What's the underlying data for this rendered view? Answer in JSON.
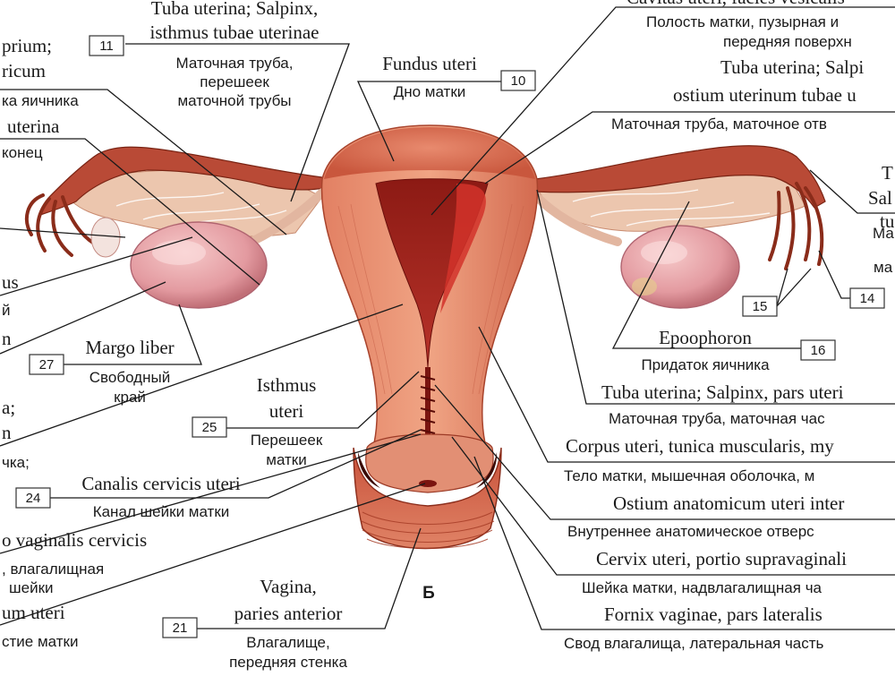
{
  "panel_letter": "Б",
  "labels": [
    {
      "num": "11",
      "latin": [
        "Tuba uterina; Salpinx,",
        "isthmus tubae uterinae"
      ],
      "russian": [
        "Маточная труба,",
        "перешеек",
        "маточной трубы"
      ]
    },
    {
      "num": "10",
      "latin": [
        "Fundus uteri"
      ],
      "russian": [
        "Дно матки"
      ]
    },
    {
      "num": "",
      "latin": [
        "Cavitas uteri, facies vesicalis"
      ],
      "russian": [
        "Полость матки, пузырная и",
        "передняя поверхн"
      ]
    },
    {
      "num": "",
      "latin": [
        "Tuba uterina; Salpi",
        "ostium uterinum tubae u"
      ],
      "russian": [
        "Маточная труба, маточное отв"
      ]
    },
    {
      "num": "",
      "latin": [
        "T",
        "Sal",
        "tu"
      ],
      "russian": [
        "Ма",
        "ма"
      ]
    },
    {
      "num": "14",
      "latin": [],
      "russian": []
    },
    {
      "num": "15",
      "latin": [],
      "russian": []
    },
    {
      "num": "16",
      "latin": [
        "Epoophoron"
      ],
      "russian": [
        "Придаток яичника"
      ]
    },
    {
      "num": "",
      "latin": [
        "Tuba uterina; Salpinx, pars uteri"
      ],
      "russian": [
        "Маточная труба, маточная час"
      ]
    },
    {
      "num": "",
      "latin": [
        "Corpus uteri, tunica muscularis, my"
      ],
      "russian": [
        "Тело матки, мышечная оболочка, м"
      ]
    },
    {
      "num": "",
      "latin": [
        "Ostium anatomicum uteri inter"
      ],
      "russian": [
        "Внутреннее анатомическое отверс"
      ]
    },
    {
      "num": "",
      "latin": [
        "Cervix uteri, portio supravaginali"
      ],
      "russian": [
        "Шейка матки, надвлагалищная ча"
      ]
    },
    {
      "num": "",
      "latin": [
        "Fornix vaginae, pars lateralis"
      ],
      "russian": [
        "Свод влагалища, латеральная часть"
      ]
    },
    {
      "num": "27",
      "latin": [
        "Margo liber"
      ],
      "russian": [
        "Свободный",
        "край"
      ]
    },
    {
      "num": "25",
      "latin": [
        "Isthmus",
        "uteri"
      ],
      "russian": [
        "Перешеек",
        "матки"
      ]
    },
    {
      "num": "24",
      "latin": [
        "Canalis cervicis uteri"
      ],
      "russian": [
        "Канал шейки матки"
      ]
    },
    {
      "num": "21",
      "latin": [
        "Vagina,",
        "paries anterior"
      ],
      "russian": [
        "Влагалище,",
        "передняя стенка"
      ]
    }
  ],
  "left_fragments": {
    "a": "prium;",
    "b": "ricum",
    "c": "ка яичника",
    "d": "uterina",
    "e": "конец",
    "f": "us",
    "g": "й",
    "h": "n",
    "i": "a;",
    "j": "n",
    "k": "чка;",
    "l": "o vaginalis cervicis",
    "m": ", влагалищная",
    "n": "шейки",
    "o": "um uteri",
    "p": "стие матки"
  },
  "colors": {
    "tissue": "#d9735a",
    "tissue_dark": "#a8321f",
    "cavity": "#7a1410",
    "ovary": "#e9a6a8",
    "ovary_shade": "#c8787c",
    "tube": "#b94a36",
    "mesentery": "#e8bfa8"
  }
}
